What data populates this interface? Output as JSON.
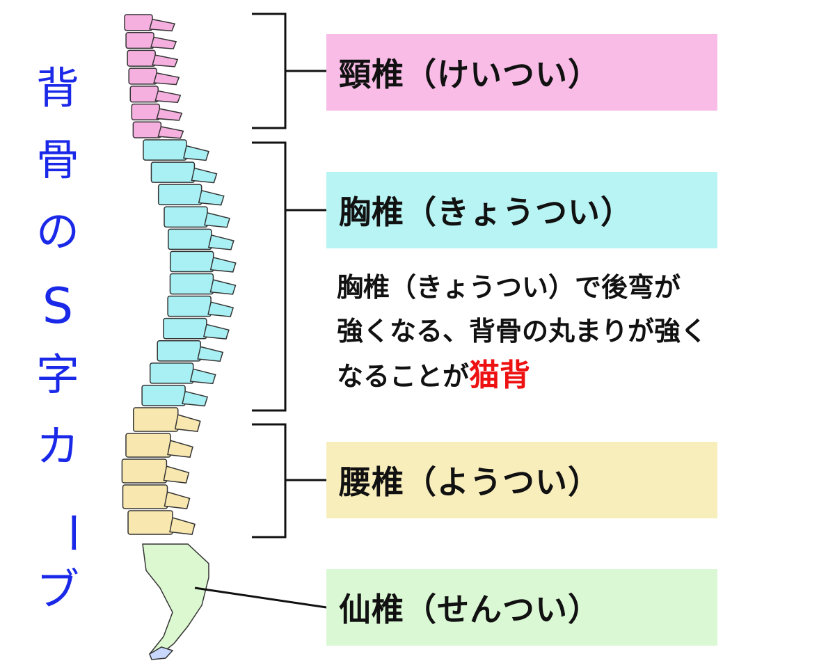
{
  "title_chars": [
    "背",
    "骨",
    "の",
    "S",
    "字",
    "カ",
    "ー",
    "ブ"
  ],
  "regions": [
    {
      "label": "頸椎（けいつい）",
      "color": "#f8bce6"
    },
    {
      "label": "胸椎（きょうつい）",
      "color": "#b8f4f4"
    },
    {
      "label": "腰椎（ようつい）",
      "color": "#f8eebc"
    },
    {
      "label": "仙椎（せんつい）",
      "color": "#daf8d4"
    }
  ],
  "description": {
    "line1": "胸椎（きょうつい）で後弯が",
    "line2": "強くなる、背骨の丸まりが強く",
    "line3_prefix": "なることが",
    "highlight": "猫背"
  },
  "colors": {
    "title": "#1a28e8",
    "highlight": "#ee1111",
    "cervical": "#f6b0e0",
    "thoracic": "#a8f0f4",
    "lumbar": "#f8e8b0",
    "sacral": "#dcf8d0"
  }
}
